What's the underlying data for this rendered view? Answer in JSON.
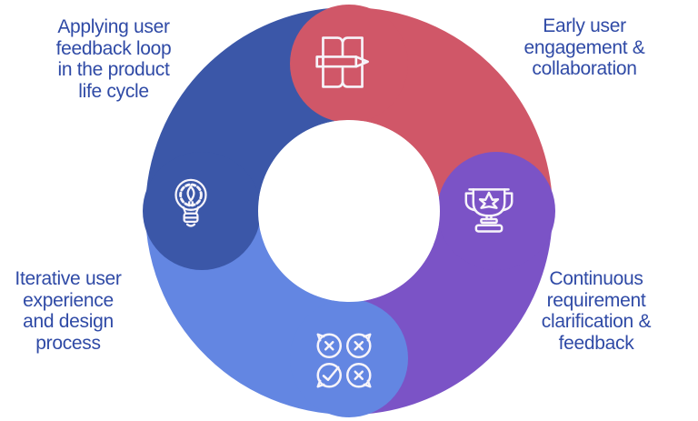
{
  "diagram": {
    "type": "cycle-donut",
    "label_color": "#2F4AA6",
    "icon_stroke": "#F7F4FA",
    "segments": [
      {
        "id": "applying-feedback-loop",
        "label": "Applying user\nfeedback loop\nin the product\nlife cycle",
        "color": "#3B57A8",
        "icon": "lightbulb-gear-icon",
        "label_position": "top-left",
        "head_position": "left"
      },
      {
        "id": "early-engagement",
        "label": "Early user\nengagement &\ncollaboration",
        "color": "#D05768",
        "icon": "book-pencil-icon",
        "label_position": "top-right",
        "head_position": "top"
      },
      {
        "id": "requirement-clarification",
        "label": "Continuous\nrequirement\nclarification &\nfeedback",
        "color": "#7B53C6",
        "icon": "trophy-star-icon",
        "label_position": "bottom-right",
        "head_position": "right"
      },
      {
        "id": "iterative-design",
        "label": "Iterative user\nexperience\nand design\nprocess",
        "color": "#6386E2",
        "icon": "chat-approval-icon",
        "label_position": "bottom-left",
        "head_position": "bottom"
      }
    ]
  }
}
